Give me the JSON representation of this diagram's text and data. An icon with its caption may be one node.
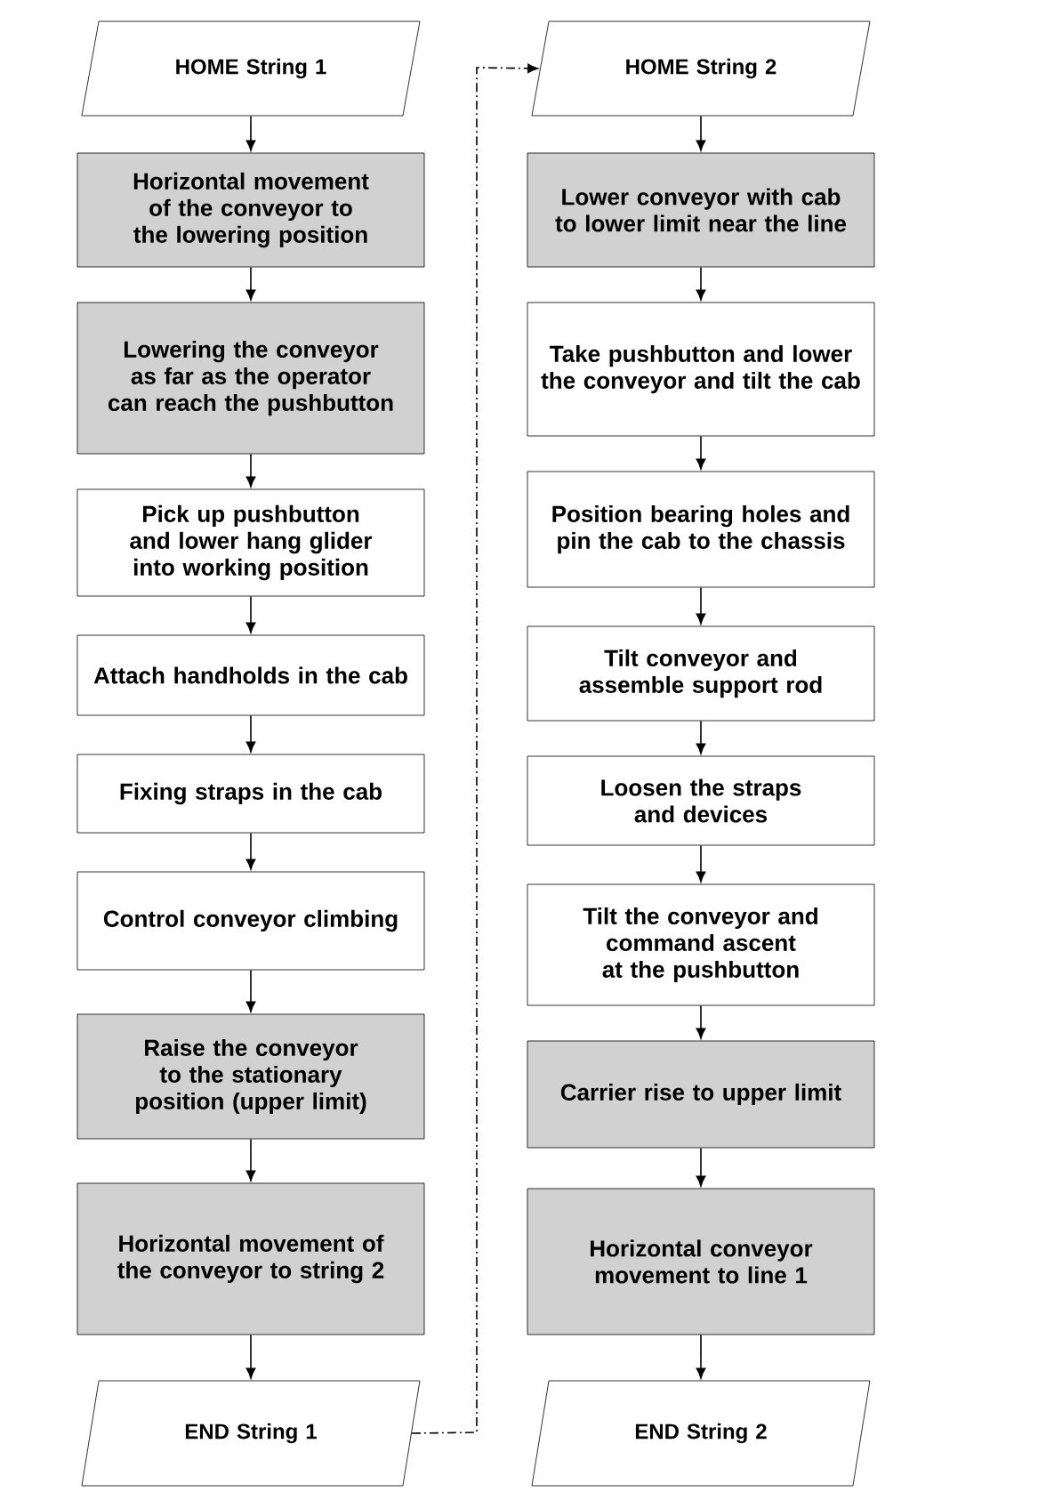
{
  "diagram": {
    "nodes": [
      {
        "text": [
          "HOME String 1"
        ]
      },
      {
        "text": [
          "Horizontal movement of the conveyor to the lowering position"
        ]
      },
      {
        "text": [
          "Lowering the conveyor as far as the operator can reach the pushbutton"
        ]
      },
      {
        "text": [
          "Pick up pushbutton and lower hang glider into working position"
        ]
      },
      {
        "text": [
          "Attach handholds in the cab"
        ]
      },
      {
        "text": [
          "Fixing straps in the cab"
        ]
      },
      {
        "text": [
          "Control conveyor climbing"
        ]
      },
      {
        "text": [
          "Raise the conveyor to the stationary position (upper limit)"
        ]
      },
      {
        "text": [
          "Horizontal movement of the conveyor to string 2"
        ]
      },
      {
        "text": [
          "END String 1"
        ]
      },
      {
        "text": [
          "HOME String 2"
        ]
      },
      {
        "text": [
          "Lower conveyor with cab to lower limit near the line"
        ]
      },
      {
        "text": [
          "Take pushbutton and lower the conveyor and tilt the cab"
        ]
      },
      {
        "text": [
          "Position bearing holes and pin the cab to the chassis"
        ]
      },
      {
        "text": [
          "Tilt conveyor and assemble support rod"
        ]
      },
      {
        "text": [
          "Loosen the straps and devices"
        ]
      },
      {
        "text": [
          "Tilt the conveyor and command ascent at the pushbutton"
        ]
      },
      {
        "text": [
          "Carrier rise to upper limit"
        ]
      },
      {
        "text": [
          "Horizontal conveyor movement to line 1"
        ]
      },
      {
        "text": [
          "END String 2"
        ]
      }
    ],
    "edges": [
      {
        "from": 0,
        "to": 1,
        "arrow": "to"
      },
      {
        "from": 1,
        "to": 2,
        "arrow": "to"
      },
      {
        "from": 2,
        "to": 3,
        "arrow": "to"
      },
      {
        "from": 3,
        "to": 4,
        "arrow": "to"
      },
      {
        "from": 4,
        "to": 5,
        "arrow": "to"
      },
      {
        "from": 5,
        "to": 6,
        "arrow": "to"
      },
      {
        "from": 6,
        "to": 7,
        "arrow": "to"
      },
      {
        "from": 7,
        "to": 8,
        "arrow": "to"
      },
      {
        "from": 8,
        "to": 9,
        "arrow": "to"
      },
      {
        "from": 9,
        "to": 10,
        "arrow": "to",
        "style": "dashed"
      },
      {
        "from": 10,
        "to": 11,
        "arrow": "to"
      },
      {
        "from": 11,
        "to": 12,
        "arrow": "to"
      },
      {
        "from": 12,
        "to": 13,
        "arrow": "to"
      },
      {
        "from": 13,
        "to": 14,
        "arrow": "to"
      },
      {
        "from": 14,
        "to": 15,
        "arrow": "to"
      },
      {
        "from": 15,
        "to": 16,
        "arrow": "to"
      },
      {
        "from": 16,
        "to": 17,
        "arrow": "to"
      },
      {
        "from": 17,
        "to": 18,
        "arrow": "to"
      },
      {
        "from": 18,
        "to": 19,
        "arrow": "to"
      }
    ]
  }
}
